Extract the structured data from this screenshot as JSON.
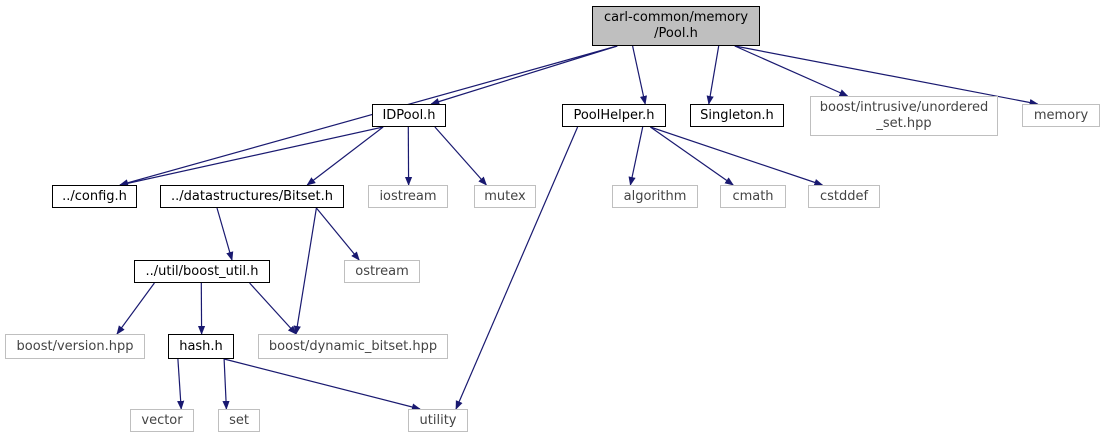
{
  "diagram": {
    "edge_color": "#191970",
    "root_fill": "#bfbfbf",
    "system_border": "#bfbfbf",
    "nodes": {
      "pool": {
        "lines": [
          "carl-common/memory",
          "/Pool.h"
        ],
        "kind": "root"
      },
      "idpool": {
        "lines": [
          "IDPool.h"
        ],
        "kind": "local"
      },
      "poolhelper": {
        "lines": [
          "PoolHelper.h"
        ],
        "kind": "local"
      },
      "singleton": {
        "lines": [
          "Singleton.h"
        ],
        "kind": "local"
      },
      "unordered": {
        "lines": [
          "boost/intrusive/unordered",
          "_set.hpp"
        ],
        "kind": "system"
      },
      "memory": {
        "lines": [
          "memory"
        ],
        "kind": "system"
      },
      "config": {
        "lines": [
          "../config.h"
        ],
        "kind": "local"
      },
      "bitset": {
        "lines": [
          "../datastructures/Bitset.h"
        ],
        "kind": "local"
      },
      "iostream": {
        "lines": [
          "iostream"
        ],
        "kind": "system"
      },
      "mutex": {
        "lines": [
          "mutex"
        ],
        "kind": "system"
      },
      "algorithm": {
        "lines": [
          "algorithm"
        ],
        "kind": "system"
      },
      "cmath": {
        "lines": [
          "cmath"
        ],
        "kind": "system"
      },
      "cstddef": {
        "lines": [
          "cstddef"
        ],
        "kind": "system"
      },
      "boostutil": {
        "lines": [
          "../util/boost_util.h"
        ],
        "kind": "local"
      },
      "ostream": {
        "lines": [
          "ostream"
        ],
        "kind": "system"
      },
      "version": {
        "lines": [
          "boost/version.hpp"
        ],
        "kind": "system"
      },
      "hash": {
        "lines": [
          "hash.h"
        ],
        "kind": "local"
      },
      "dynbitset": {
        "lines": [
          "boost/dynamic_bitset.hpp"
        ],
        "kind": "system"
      },
      "vector": {
        "lines": [
          "vector"
        ],
        "kind": "system"
      },
      "set": {
        "lines": [
          "set"
        ],
        "kind": "system"
      },
      "utility": {
        "lines": [
          "utility"
        ],
        "kind": "system"
      }
    },
    "edges": [
      [
        "pool",
        "config"
      ],
      [
        "pool",
        "idpool"
      ],
      [
        "pool",
        "poolhelper"
      ],
      [
        "pool",
        "singleton"
      ],
      [
        "pool",
        "unordered"
      ],
      [
        "pool",
        "memory"
      ],
      [
        "idpool",
        "config"
      ],
      [
        "idpool",
        "bitset"
      ],
      [
        "idpool",
        "iostream"
      ],
      [
        "idpool",
        "mutex"
      ],
      [
        "poolhelper",
        "utility"
      ],
      [
        "poolhelper",
        "algorithm"
      ],
      [
        "poolhelper",
        "cmath"
      ],
      [
        "poolhelper",
        "cstddef"
      ],
      [
        "bitset",
        "boostutil"
      ],
      [
        "bitset",
        "dynbitset"
      ],
      [
        "bitset",
        "ostream"
      ],
      [
        "boostutil",
        "version"
      ],
      [
        "boostutil",
        "hash"
      ],
      [
        "boostutil",
        "dynbitset"
      ],
      [
        "hash",
        "vector"
      ],
      [
        "hash",
        "set"
      ],
      [
        "hash",
        "utility"
      ]
    ]
  }
}
